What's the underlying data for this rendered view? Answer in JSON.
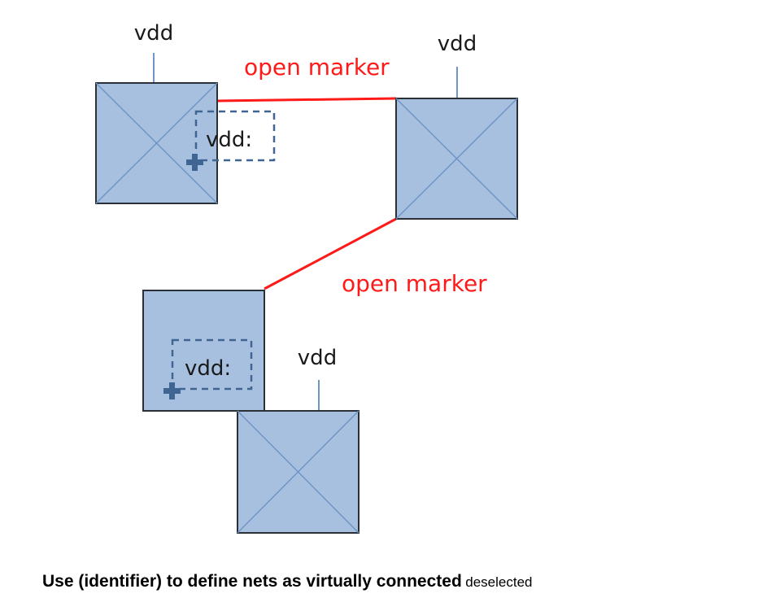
{
  "colors": {
    "cell_fill": "#a8c0df",
    "cell_border": "#2b2f36",
    "cell_cross": "#6f96c6",
    "pin_line": "#6f96c6",
    "open_marker": "#ff1a1a",
    "identifier_box": "#3f6592",
    "text": "#1a1a1a"
  },
  "labels": {
    "vdd_top_left": "vdd",
    "vdd_top_right": "vdd",
    "vdd_bottom": "vdd",
    "identifier_top": "vdd:",
    "identifier_bottom": "vdd:",
    "open_marker_top": "open marker",
    "open_marker_middle": "open marker"
  },
  "caption": {
    "main": "Use (identifier) to define nets as virtually connected",
    "sub": "deselected"
  }
}
